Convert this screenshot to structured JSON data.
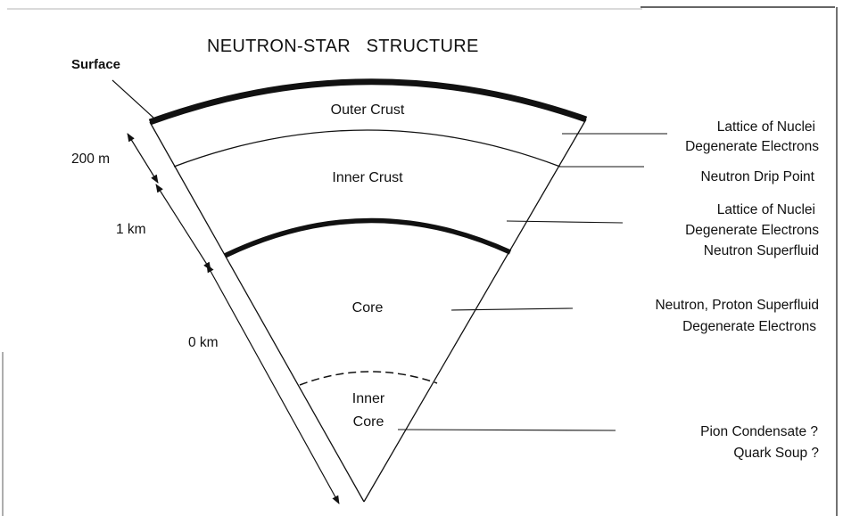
{
  "diagram": {
    "title": "NEUTRON-STAR   STRUCTURE",
    "surface_label": "Surface",
    "distance_labels": {
      "outer": "200 m",
      "middle": "1 km",
      "inner": "0 km"
    },
    "regions": {
      "outer_crust": "Outer Crust",
      "inner_crust": "Inner Crust",
      "core": "Core",
      "inner_core_line1": "Inner",
      "inner_core_line2": "Core"
    },
    "annotations": {
      "outer_crust": [
        "Lattice of Nuclei",
        "Degenerate Electrons"
      ],
      "drip_point": [
        "Neutron Drip Point"
      ],
      "inner_crust": [
        "Lattice of Nuclei",
        "Degenerate Electrons",
        "Neutron Superfluid"
      ],
      "core": [
        "Neutron, Proton Superfluid",
        "Degenerate Electrons"
      ],
      "inner_core": [
        "Pion Condensate ?",
        "Quark Soup ?"
      ]
    }
  }
}
